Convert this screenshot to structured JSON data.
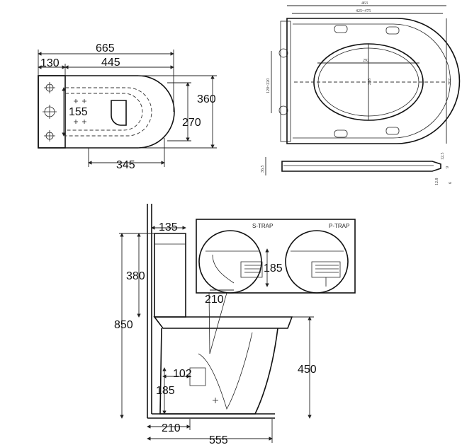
{
  "top_view": {
    "overall_length": "665",
    "tank_depth": "130",
    "bowl_length": "445",
    "overall_width": "360",
    "bowl_width": "270",
    "fixing_spacing": "155",
    "bowl_base_length": "345"
  },
  "seat_view": {
    "seat_length": "463",
    "hinge_range": "425~475",
    "inner_width": "292",
    "side_range": "120~220",
    "inner_length": "218",
    "seat_width": "362",
    "seat_height": "36.5",
    "dim_a": "12.5",
    "dim_b": "12.8",
    "dim_c": "9",
    "dim_d": "6"
  },
  "side_view": {
    "wall_gap": "135",
    "tank_height": "380",
    "total_height": "850",
    "seat_height": "450",
    "inlet_height": "102",
    "outlet_height": "185",
    "rough_in": "210",
    "total_depth": "555"
  },
  "trap_detail": {
    "s_trap_label": "S-TRAP",
    "p_trap_label": "P-TRAP",
    "p_trap_height": "185",
    "s_trap_rough_in": "210"
  }
}
